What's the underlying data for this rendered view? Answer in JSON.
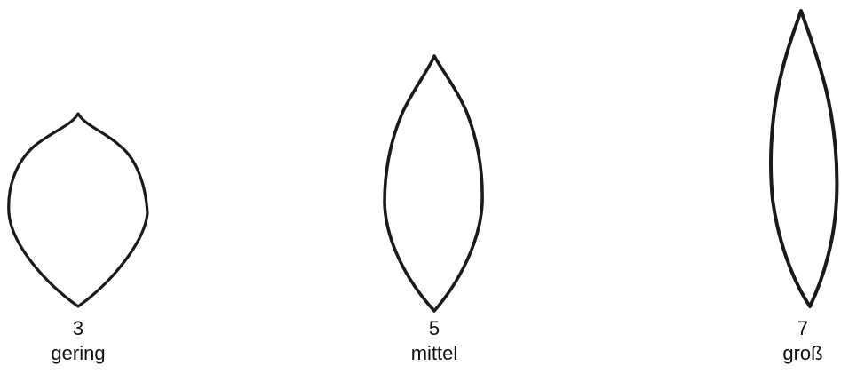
{
  "figures": [
    {
      "score": "3",
      "label": "gering"
    },
    {
      "score": "5",
      "label": "mittel"
    },
    {
      "score": "7",
      "label": "groß"
    }
  ],
  "stroke_color": "#1a1a1a"
}
